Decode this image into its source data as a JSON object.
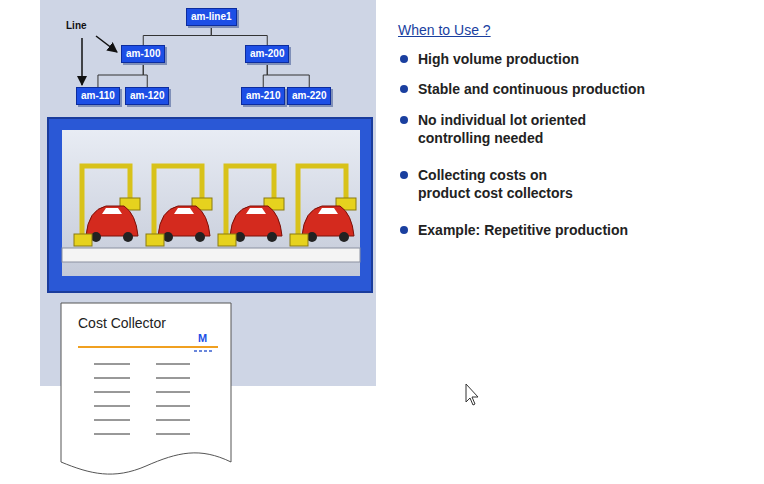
{
  "diagram": {
    "title": "When to Use ?",
    "nodes": [
      {
        "text": [
          "am-line1"
        ]
      },
      {
        "text": [
          "am-100"
        ]
      },
      {
        "text": [
          "am-200"
        ]
      },
      {
        "text": [
          "am-110"
        ]
      },
      {
        "text": [
          "am-120"
        ]
      },
      {
        "text": [
          "am-210"
        ]
      },
      {
        "text": [
          "am-220"
        ]
      },
      {
        "text": [
          "Cost Collector",
          "M"
        ]
      }
    ],
    "edges": [
      {
        "from": 0,
        "to": 1,
        "arrow": "none"
      },
      {
        "from": 0,
        "to": 2,
        "arrow": "none"
      },
      {
        "from": 1,
        "to": 3,
        "arrow": "none"
      },
      {
        "from": 1,
        "to": 4,
        "arrow": "none"
      },
      {
        "from": 2,
        "to": 5,
        "arrow": "none"
      },
      {
        "from": 2,
        "to": 6,
        "arrow": "none"
      }
    ],
    "labels": [
      "Line",
      "High volume production",
      "Stable and continuous production",
      "No individual lot oriented controlling needed",
      "Collecting costs on product cost collectors",
      "Example: Repetitive production"
    ]
  }
}
